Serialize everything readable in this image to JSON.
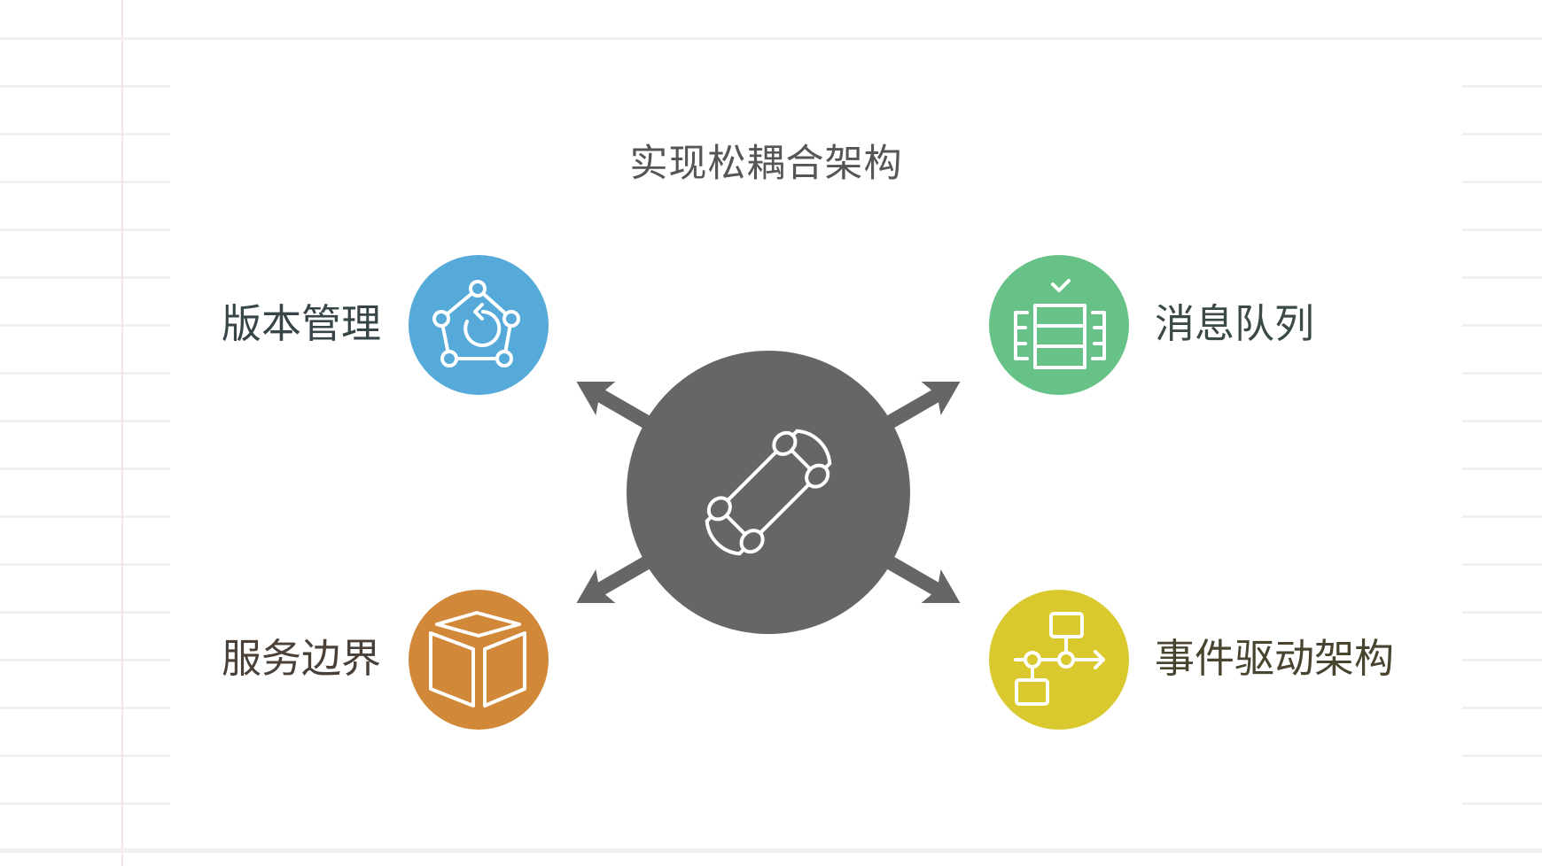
{
  "title": "实现松耦合架构",
  "center": {
    "icon": "skateboard-icon",
    "color": "#666666"
  },
  "nodes": [
    {
      "id": "version-management",
      "label": "版本管理",
      "icon": "pentagon-refresh-icon",
      "color": "#55aad9",
      "text_color": "#374448",
      "position": "top-left"
    },
    {
      "id": "message-queue",
      "label": "消息队列",
      "icon": "queue-check-icon",
      "color": "#66c286",
      "text_color": "#3c4a44",
      "position": "top-right"
    },
    {
      "id": "service-boundary",
      "label": "服务边界",
      "icon": "box-icon",
      "color": "#d18838",
      "text_color": "#4a4038",
      "position": "bottom-left"
    },
    {
      "id": "event-driven-architecture",
      "label": "事件驱动架构",
      "icon": "event-flow-icon",
      "color": "#d9c92e",
      "text_color": "#484430",
      "position": "bottom-right"
    }
  ]
}
